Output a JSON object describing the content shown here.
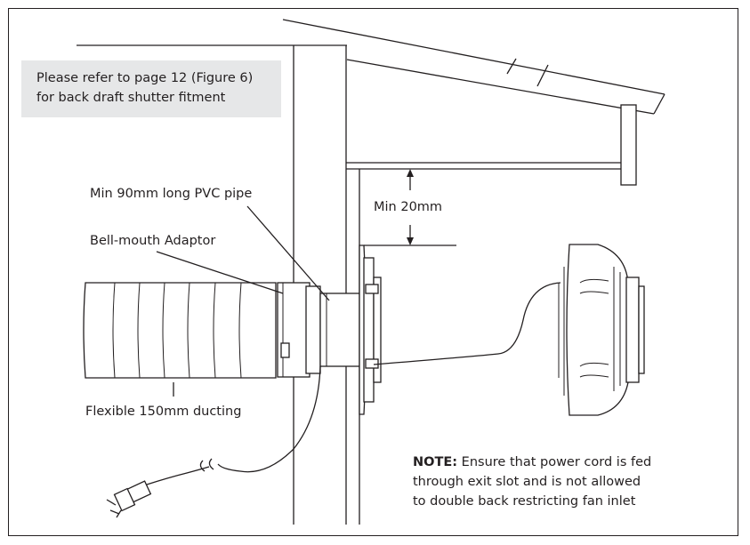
{
  "refer_note": {
    "line1": "Please refer to page 12 (Figure 6)",
    "line2": "for back draft shutter fitment"
  },
  "labels": {
    "pvc_pipe": "Min 90mm long PVC pipe",
    "bell_mouth": "Bell-mouth Adaptor",
    "ducting": "Flexible 150mm ducting",
    "min_gap": "Min 20mm"
  },
  "note": {
    "heading": "NOTE:",
    "line1": " Ensure that power cord is fed",
    "line2": "through exit slot and is not allowed",
    "line3": "to double back restricting fan inlet"
  },
  "colors": {
    "ink": "#231f20",
    "note_box_fill": "#e6e7e8",
    "background": "#ffffff"
  }
}
